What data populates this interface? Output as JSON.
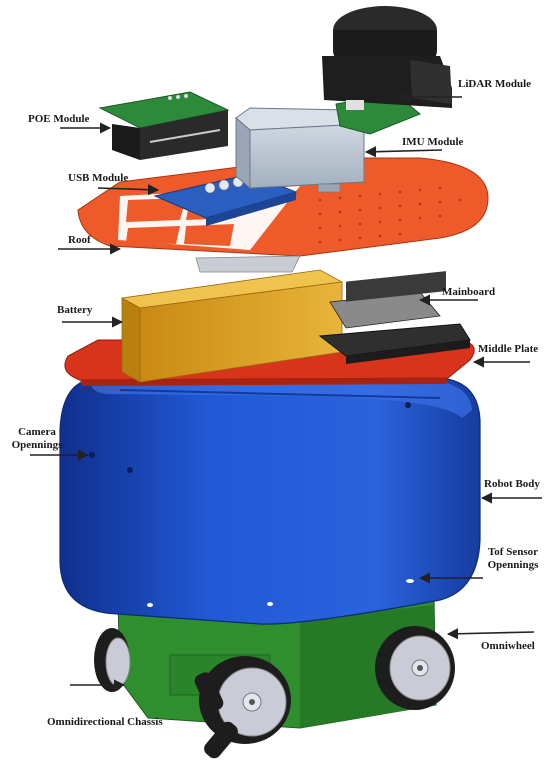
{
  "labels": {
    "lidar": "LiDAR Module",
    "poe": "POE Module",
    "imu": "IMU Module",
    "usb": "USB Module",
    "roof": "Roof",
    "battery": "Battery",
    "mainboard": "Mainboard",
    "middle_plate": "Middle Plate",
    "camera_line1": "Camera",
    "camera_line2": "Opennings",
    "robot_body": "Robot Body",
    "tof_line1": "Tof Sensor",
    "tof_line2": "Opennings",
    "omniwheel": "Omniwheel",
    "chassis": "Omnidirectional Chassis"
  },
  "colors": {
    "roof": "#ee5a2a",
    "middle_plate": "#d9331c",
    "battery": "#e3ac2b",
    "body": "#1f55d0",
    "chassis": "#2e8b2e",
    "pcb": "#2c8a3a",
    "usb_board": "#2a5fbf",
    "imu": "#b8c4d2",
    "lidar": "#1c1c1c",
    "mainboard": "#2a2a2a",
    "wheel": "#c9ccd6"
  }
}
